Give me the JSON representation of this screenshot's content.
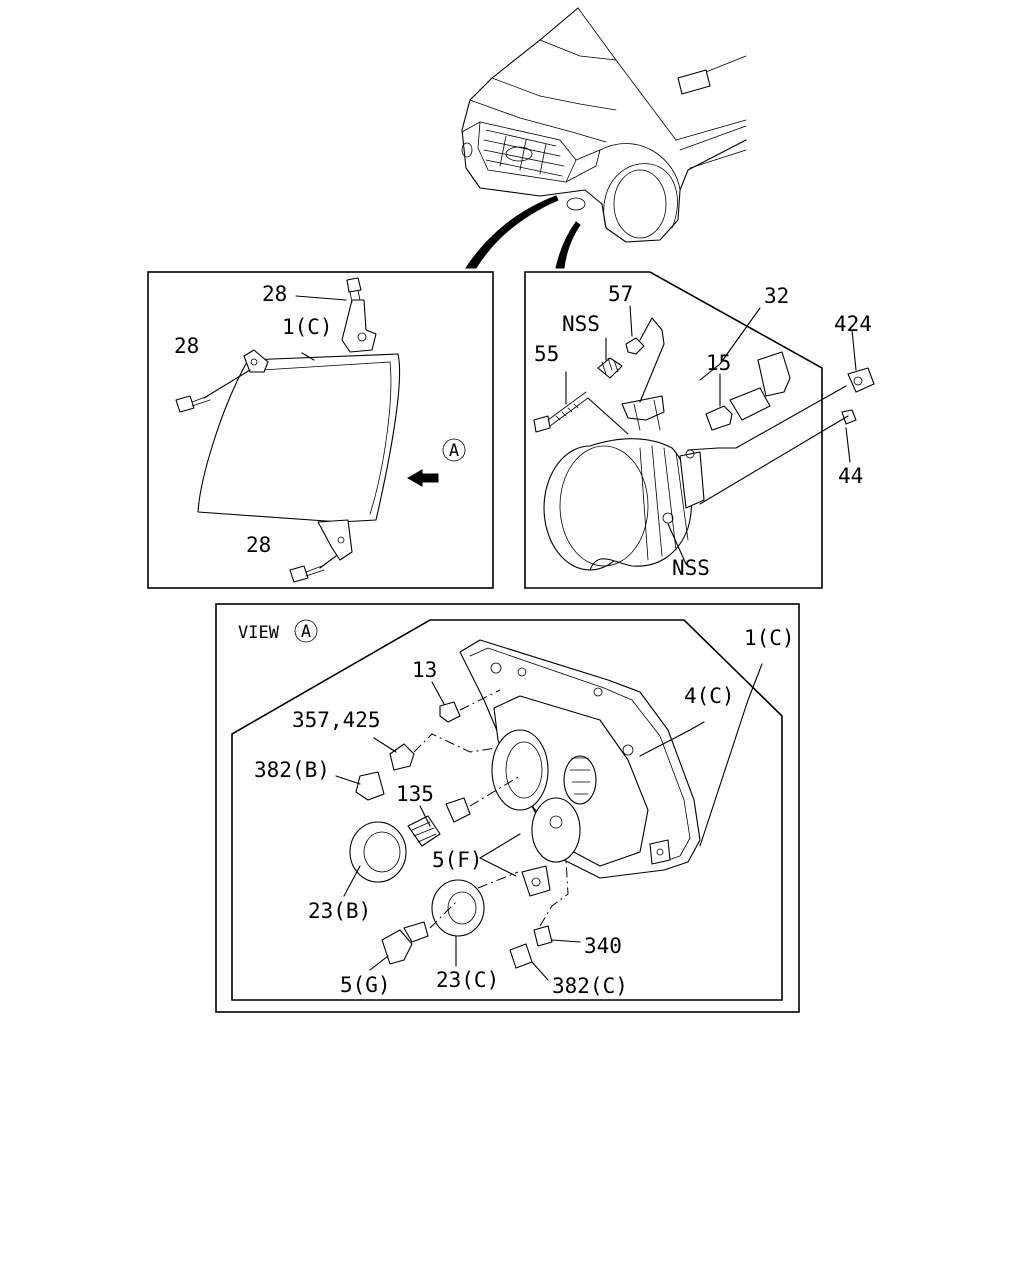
{
  "labels": {
    "headlamp_top_bolt": "28",
    "headlamp_side_bolt": "28",
    "headlamp_assembly": "1(C)",
    "headlamp_bottom_bolt": "28",
    "view_marker": "A",
    "foglamp_clip": "57",
    "foglamp_assembly": "32",
    "foglamp_nss_top": "NSS",
    "foglamp_screw": "55",
    "foglamp_bulb": "15",
    "foglamp_connector": "424",
    "foglamp_nut": "44",
    "foglamp_nss_bottom": "NSS",
    "view_title": "VIEW",
    "view_title_marker": "A",
    "view_housing": "1(C)",
    "view_grommet": "13",
    "view_reflector": "4(C)",
    "view_bulb_small": "357,425",
    "view_socket_b": "382(B)",
    "view_bulb_135": "135",
    "view_bulb_f": "5(F)",
    "view_cover_b": "23(B)",
    "view_cover_c": "23(C)",
    "view_bulb_g": "5(G)",
    "view_bulb_340": "340",
    "view_socket_c": "382(C)"
  }
}
